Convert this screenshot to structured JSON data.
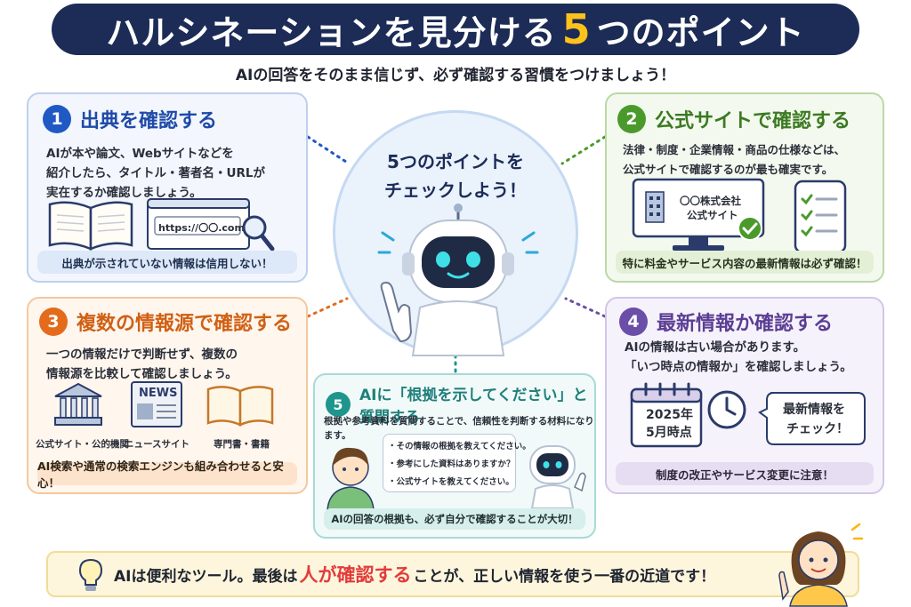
{
  "title": {
    "pre": "ハルシネーションを見分ける",
    "accent": "5",
    "post": "つのポイント"
  },
  "subtitle": "AIの回答をそのまま信じず、必ず確認する習慣をつけましょう！",
  "center": {
    "line1": "5つのポイントを",
    "line2": "チェックしよう！"
  },
  "cards": [
    {
      "num": "1",
      "title": "出典を確認する",
      "lines": [
        "AIが本や論文、Webサイトなどを",
        "紹介したら、タイトル・著者名・URLが",
        "実在するか確認しましょう。"
      ],
      "url": "https://〇〇.com",
      "foot": "出典が示されていない情報は信用しない！"
    },
    {
      "num": "2",
      "title": "公式サイトで確認する",
      "lines": [
        "法律・制度・企業情報・商品の仕様などは、",
        "公式サイトで確認するのが最も確実です。"
      ],
      "screen_line1": "〇〇株式会社",
      "screen_line2": "公式サイト",
      "foot": "特に料金やサービス内容の最新情報は必ず確認！"
    },
    {
      "num": "3",
      "title": "複数の情報源で確認する",
      "lines": [
        "一つの情報だけで判断せず、複数の",
        "情報源を比較して確認しましょう。"
      ],
      "news": "NEWS",
      "labels": [
        "公式サイト・公的機関",
        "ニュースサイト",
        "専門書・書籍"
      ],
      "foot": "AI検索や通常の検索エンジンも組み合わせると安心！"
    },
    {
      "num": "4",
      "title": "最新情報か確認する",
      "lines": [
        "AIの情報は古い場合があります。",
        "「いつ時点の情報か」を確認しましょう。"
      ],
      "calendar_line1": "2025年",
      "calendar_line2": "5月時点",
      "bubble_line1": "最新情報を",
      "bubble_line2": "チェック！",
      "foot": "制度の改正やサービス変更に注意！"
    },
    {
      "num": "5",
      "title": "AIに「根拠を示してください」と質問する",
      "lines": [
        "根拠や参考資料を質問することで、信頼性を判断する材料になります。"
      ],
      "questions": [
        "・その情報の根拠を教えてください。",
        "・参考にした資料はありますか？",
        "・公式サイトを教えてください。"
      ],
      "foot": "AIの回答の根拠も、必ず自分で確認することが大切！"
    }
  ],
  "bottom": {
    "pre": "AIは便利なツール。最後は",
    "accent": "人が確認する",
    "post": "ことが、正しい情報を使う一番の近道です！"
  },
  "colors": {
    "navy": "#1c2c57",
    "yellow": "#ffc21a",
    "blue": "#2059c4",
    "green": "#4a9a2b",
    "orange": "#e36b1b",
    "purple": "#6b4ea7",
    "teal": "#1e958d",
    "red": "#e23b3b"
  },
  "icons": [
    "book-icon",
    "browser-icon",
    "magnifier-icon",
    "monitor-icon",
    "building-icon",
    "check-icon",
    "smartphone-icon",
    "bank-icon",
    "newspaper-icon",
    "calendar-icon",
    "clock-icon",
    "robot-icon",
    "person-icon",
    "lightbulb-icon",
    "woman-icon"
  ]
}
